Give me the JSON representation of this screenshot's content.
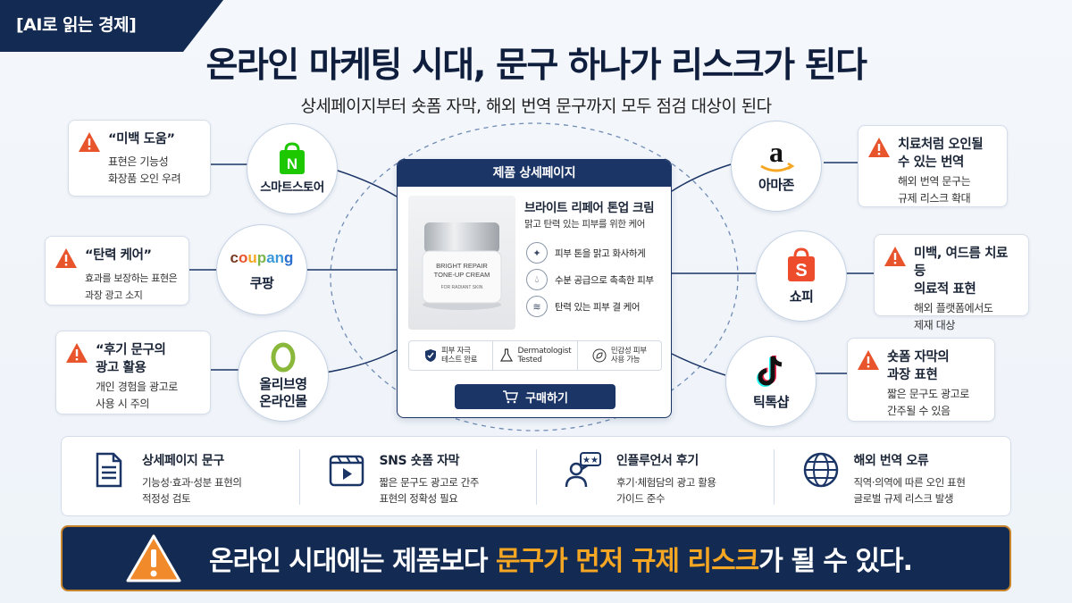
{
  "header": {
    "tag": "[AI로 읽는 경제]",
    "title": "온라인 마케팅 시대, 문구 하나가 리스크가 된다",
    "subtitle": "상세페이지부터 숏폼 자막, 해외 번역 문구까지 모두 점검 대상이 된다"
  },
  "warnings_left": [
    {
      "title": "“미백 도움”",
      "body": "표현은 기능성\n화장품 오인 우려"
    },
    {
      "title": "“탄력 케어”",
      "body": "효과를 보장하는 표현은\n과장 광고 소지"
    },
    {
      "title": "“후기 문구의\n광고 활용",
      "body": "개인 경험을 광고로\n사용 시 주의"
    }
  ],
  "warnings_right": [
    {
      "title": "치료처럼 오인될\n수 있는 번역",
      "body": "해외 번역 문구는\n규제 리스크 확대"
    },
    {
      "title": "미백, 여드름 치료 등\n의료적 표현",
      "body": "해외 플랫폼에서도\n제재 대상"
    },
    {
      "title": "숏폼 자막의\n과장 표현",
      "body": "짧은 문구도 광고로\n간주될 수 있음"
    }
  ],
  "platforms_left": [
    {
      "name": "스마트스토어",
      "logo": "N",
      "icon": "naver-bag-icon"
    },
    {
      "name": "쿠팡",
      "logo": "coupang",
      "icon": "coupang-logo"
    },
    {
      "name": "올리브영\n온라인몰",
      "logo": "O",
      "icon": "oliveyoung-logo"
    }
  ],
  "platforms_right": [
    {
      "name": "아마존",
      "logo": "a",
      "icon": "amazon-logo"
    },
    {
      "name": "쇼피",
      "logo": "S",
      "icon": "shopee-bag-icon"
    },
    {
      "name": "틱톡샵",
      "logo": "♪",
      "icon": "tiktok-logo"
    }
  ],
  "product_panel": {
    "header": "제품 상세페이지",
    "jar_label": "BRIGHT REPAIR\nTONE-UP CREAM",
    "jar_sub": "FOR RADIANT SKIN",
    "name": "브라이트 리페어 톤업 크림",
    "desc": "맑고 탄력 있는 피부를 위한 케어",
    "features": [
      {
        "icon": "sparkle-icon",
        "text": "피부 톤을 맑고 화사하게"
      },
      {
        "icon": "droplet-icon",
        "text": "수분 공급으로 촉촉한 피부"
      },
      {
        "icon": "waves-icon",
        "text": "탄력 있는 피부 결 케어"
      }
    ],
    "badges": [
      {
        "icon": "shield-check-icon",
        "text": "피부 자극\n테스트 완료"
      },
      {
        "icon": "flask-icon",
        "text": "Dermatologist\nTested"
      },
      {
        "icon": "leaf-icon",
        "text": "민감성 피부\n사용 가능"
      }
    ],
    "buy_label": "구매하기"
  },
  "categories": [
    {
      "icon": "document-icon",
      "title": "상세페이지 문구",
      "desc": "기능성·효과·성분 표현의\n적정성 검토"
    },
    {
      "icon": "video-icon",
      "title": "SNS 숏폼 자막",
      "desc": "짧은 문구도 광고로 간주\n표현의 정확성 필요"
    },
    {
      "icon": "influencer-icon",
      "title": "인플루언서 후기",
      "desc": "후기·체험담의 광고 활용\n가이드 준수"
    },
    {
      "icon": "globe-icon",
      "title": "해외 번역 오류",
      "desc": "직역·의역에 따른 오인 표현\n글로벌 규제 리스크 발생"
    }
  ],
  "banner": {
    "pre": "온라인 시대에는 제품보다 ",
    "highlight": "문구가 먼저 규제 리스크",
    "post": "가 될 수 있다."
  },
  "colors": {
    "navy": "#132a52",
    "warning": "#e8542c",
    "highlight": "#f5a623"
  }
}
